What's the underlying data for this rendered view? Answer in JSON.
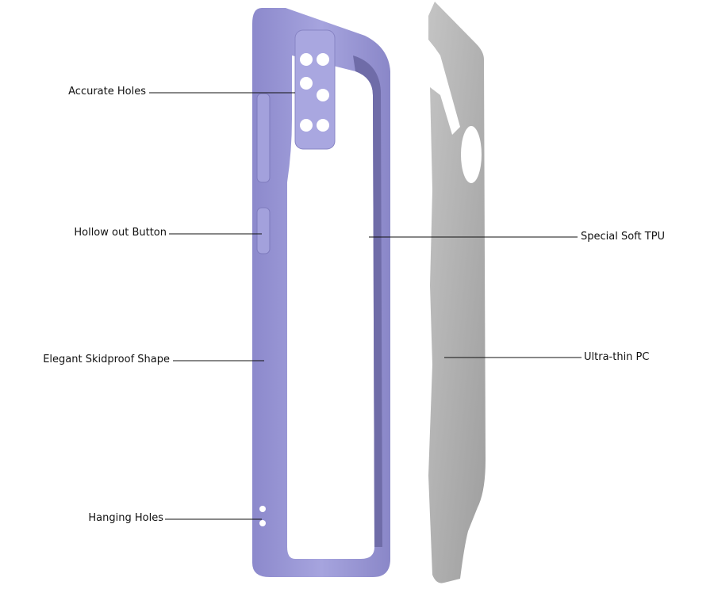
{
  "callouts": {
    "accurate_holes": "Accurate Holes",
    "hollow_out_button": "Hollow out Button",
    "elegant_skidproof_shape": "Elegant Skidproof Shape",
    "hanging_holes": "Hanging Holes",
    "special_soft_tpu": "Special Soft TPU",
    "ultra_thin_pc": "Ultra-thin PC"
  },
  "colors": {
    "tpu_frame": "#9c9ad6",
    "tpu_inner": "#6f6ca8",
    "pc_plate": "#a9a9a9"
  }
}
